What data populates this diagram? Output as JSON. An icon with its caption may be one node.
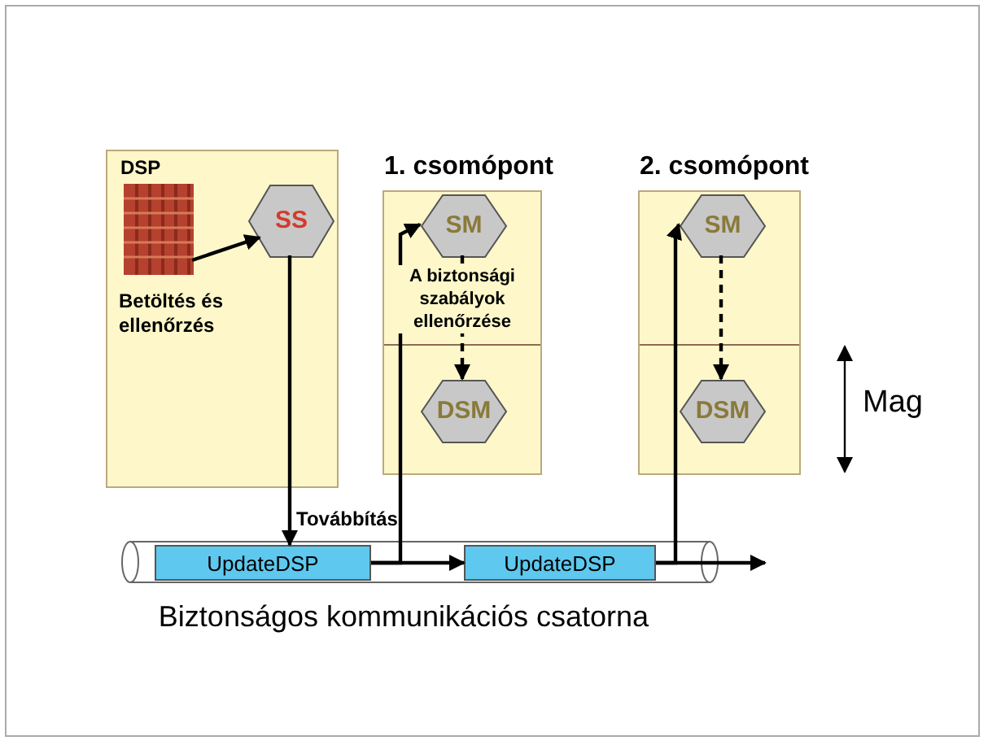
{
  "diagram": {
    "nodes": [
      {
        "text": [],
        "shape": "box"
      },
      {
        "text": [],
        "shape": "picture",
        "in": 0,
        "beside": [
          "DSP"
        ]
      },
      {
        "text": [
          "SS"
        ],
        "in": 0
      },
      {
        "text": [
          "1. csomópont"
        ]
      },
      {
        "text": [
          "SM"
        ],
        "in": 3
      },
      {
        "text": [
          "DSM"
        ],
        "in": 3
      },
      {
        "text": [
          "2. csomópont"
        ]
      },
      {
        "text": [
          "SM"
        ],
        "in": 6
      },
      {
        "text": [
          "DSM"
        ],
        "in": 6
      },
      {
        "text": [
          "Biztonságos kommunikációs csatorna"
        ]
      },
      {
        "text": [
          "UpdateDSP"
        ],
        "in": 9
      },
      {
        "text": [
          "UpdateDSP"
        ],
        "in": 9
      }
    ],
    "edges": [
      {
        "from": 1,
        "to": 2,
        "arrow": "to"
      },
      {
        "from": 2,
        "to": 10,
        "arrow": "to"
      },
      {
        "from": 10,
        "to": 11,
        "arrow": "to"
      },
      {
        "from": 10,
        "to": 4,
        "arrow": "to"
      },
      {
        "from": 4,
        "to": 5,
        "arrow": "to",
        "style": "dashed",
        "label": "A biztonsági szabályok ellenőrzése"
      },
      {
        "from": 11,
        "to": null,
        "arrow": "to"
      },
      {
        "from": 11,
        "to": 7,
        "arrow": "to"
      },
      {
        "from": 7,
        "to": 8,
        "arrow": "to",
        "style": "dashed"
      }
    ],
    "labels": [
      "Betöltés és ellenőrzés",
      "Továbbítás",
      "Mag"
    ]
  }
}
